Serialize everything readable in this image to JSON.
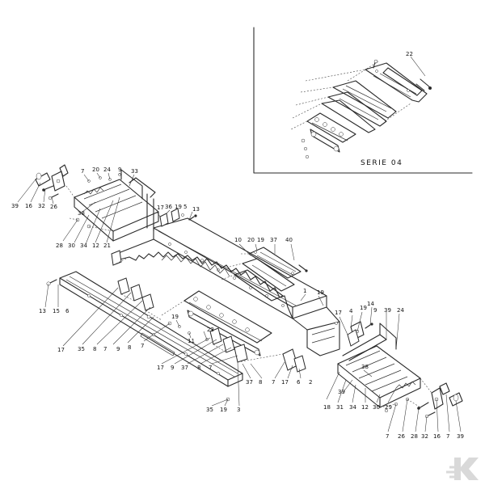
{
  "inset": {
    "label": "SERIE 04",
    "callouts": [
      "22"
    ]
  },
  "callouts": [
    "39",
    "16",
    "32",
    "26",
    "28",
    "30",
    "34",
    "12",
    "21",
    "7",
    "20",
    "24",
    "38",
    "9",
    "33",
    "17",
    "36",
    "19",
    "5",
    "13",
    "10",
    "20",
    "19",
    "37",
    "40",
    "1",
    "19",
    "13",
    "15",
    "6",
    "17",
    "35",
    "8",
    "7",
    "9",
    "8",
    "7",
    "19",
    "11",
    "22",
    "17",
    "9",
    "37",
    "8",
    "7",
    "35",
    "19",
    "3",
    "37",
    "8",
    "7",
    "17",
    "6",
    "2",
    "17",
    "4",
    "19",
    "14",
    "9",
    "39",
    "24",
    "38",
    "18",
    "31",
    "34",
    "12",
    "30",
    "29",
    "39",
    "7",
    "26",
    "28",
    "32",
    "16",
    "7",
    "39"
  ],
  "logo": {
    "glyph": "K",
    "color": "#d9d9d9"
  }
}
